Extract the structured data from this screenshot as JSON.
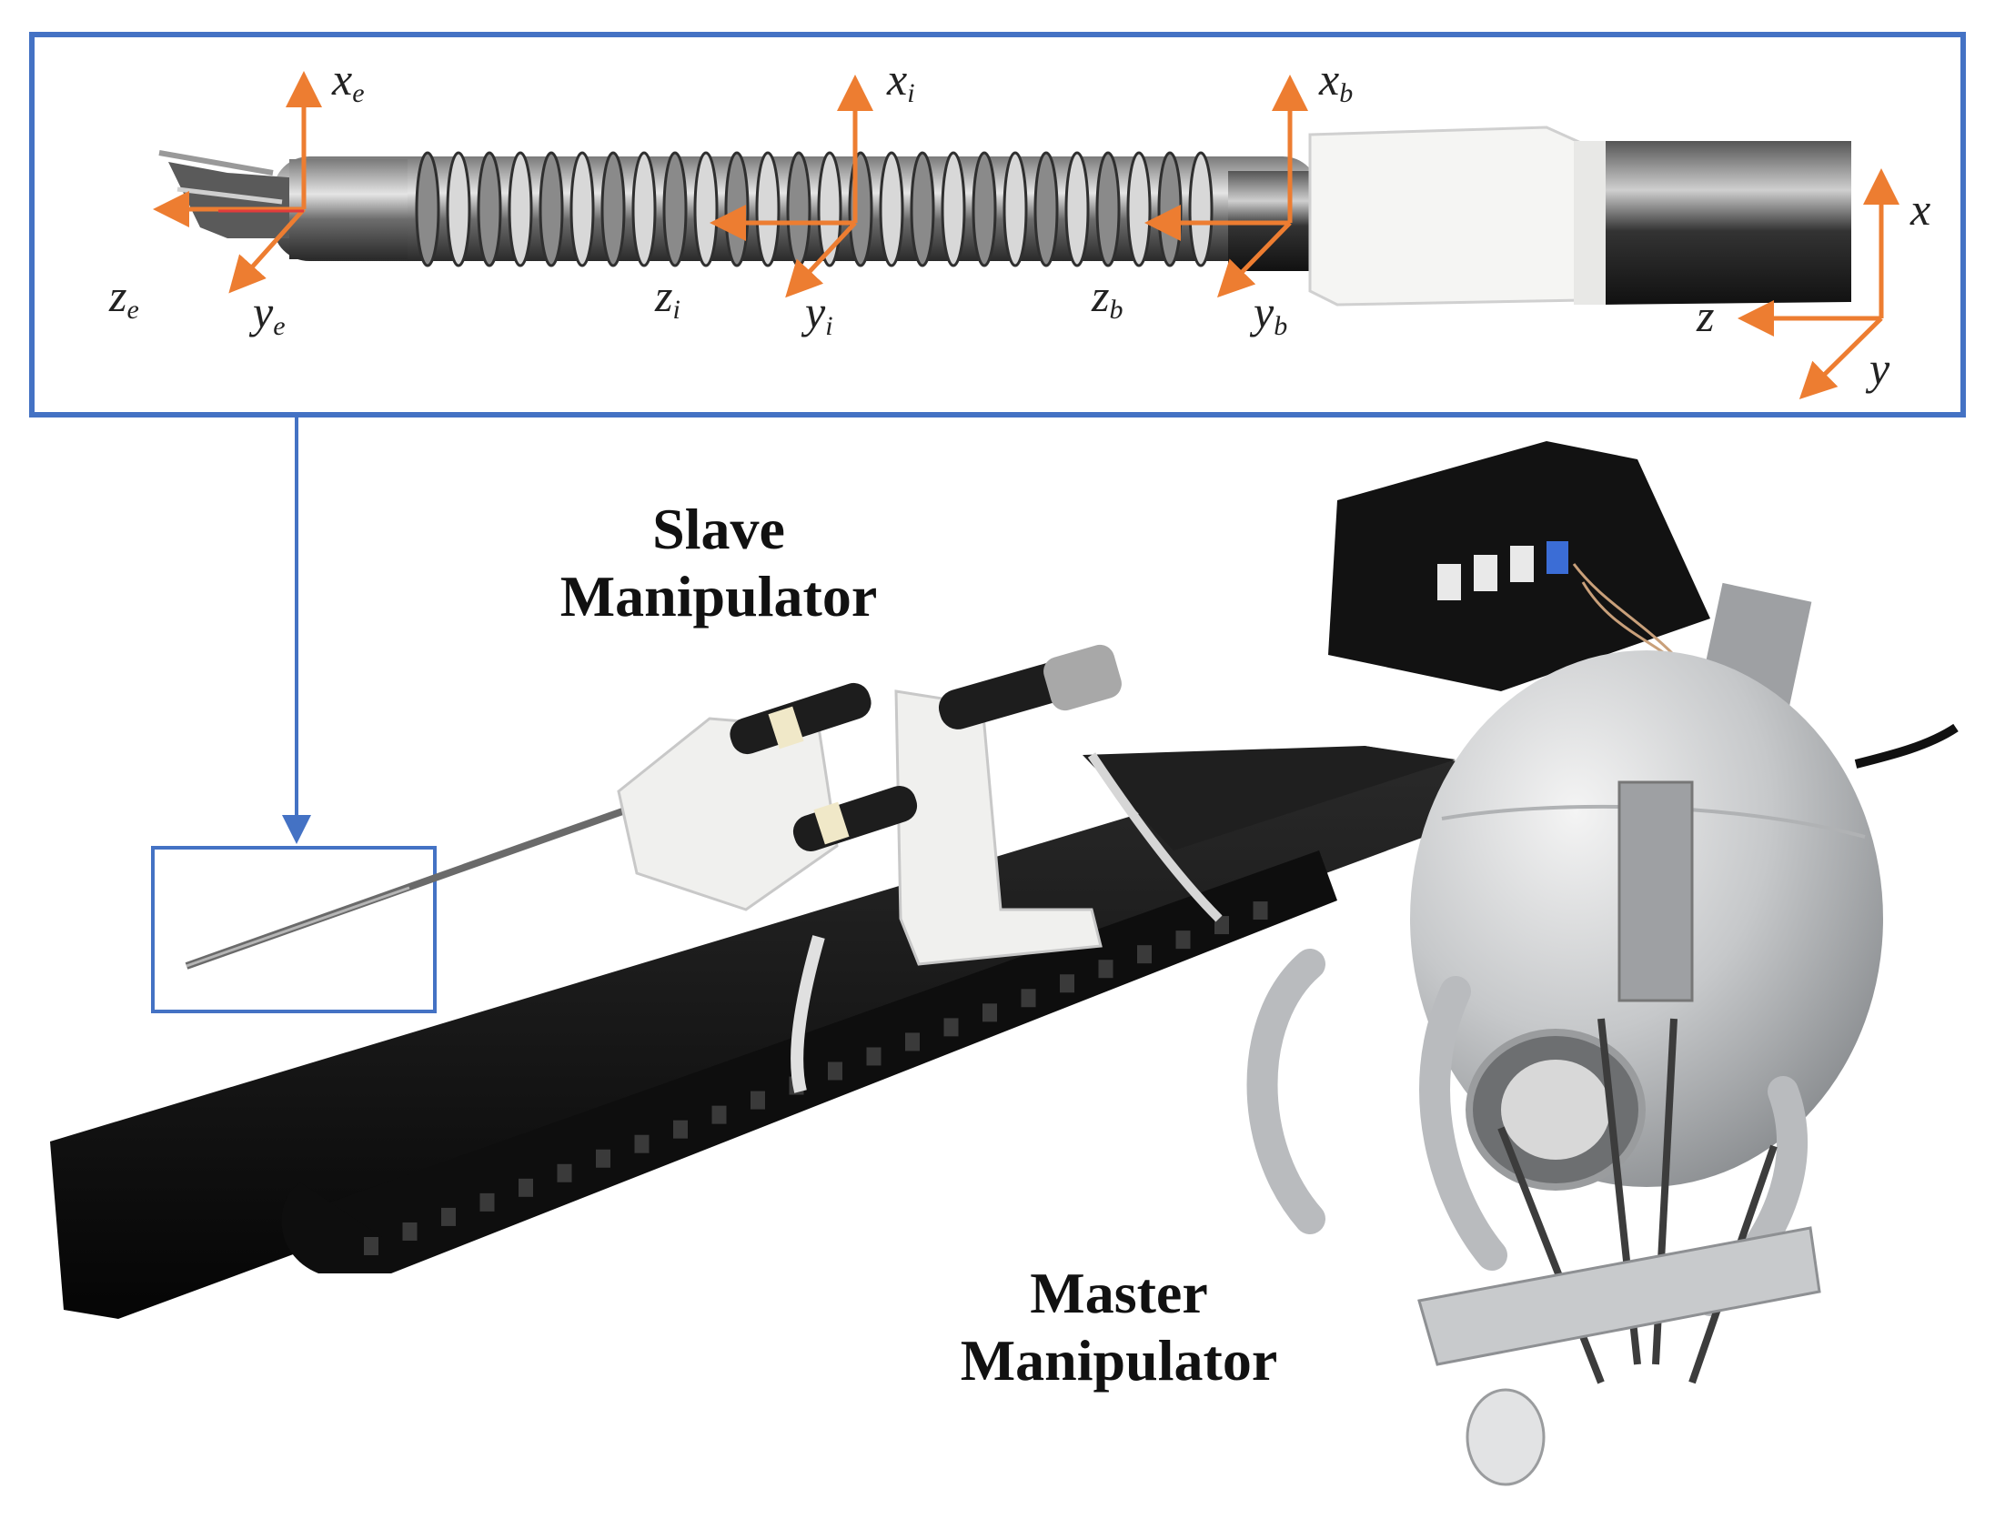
{
  "labels": {
    "slave": [
      "Slave",
      "Manipulator"
    ],
    "master": [
      "Master",
      "Manipulator"
    ]
  },
  "axes": {
    "end": {
      "x": "x",
      "x_sub": "e",
      "y": "y",
      "y_sub": "e",
      "z": "z",
      "z_sub": "e"
    },
    "intermediate": {
      "x": "x",
      "x_sub": "i",
      "y": "y",
      "y_sub": "i",
      "z": "z",
      "z_sub": "i"
    },
    "base": {
      "x": "x",
      "x_sub": "b",
      "y": "y",
      "y_sub": "b",
      "z": "z",
      "z_sub": "b"
    },
    "world": {
      "x": "x",
      "y": "y",
      "z": "z"
    }
  },
  "colors": {
    "frame_border": "#4472c4",
    "axis_arrow": "#ed7d31",
    "z_line": "#e03c3c",
    "device_black": "#151515",
    "device_white": "#f2f2f0",
    "sphere_silver": "#c9cbcd"
  }
}
